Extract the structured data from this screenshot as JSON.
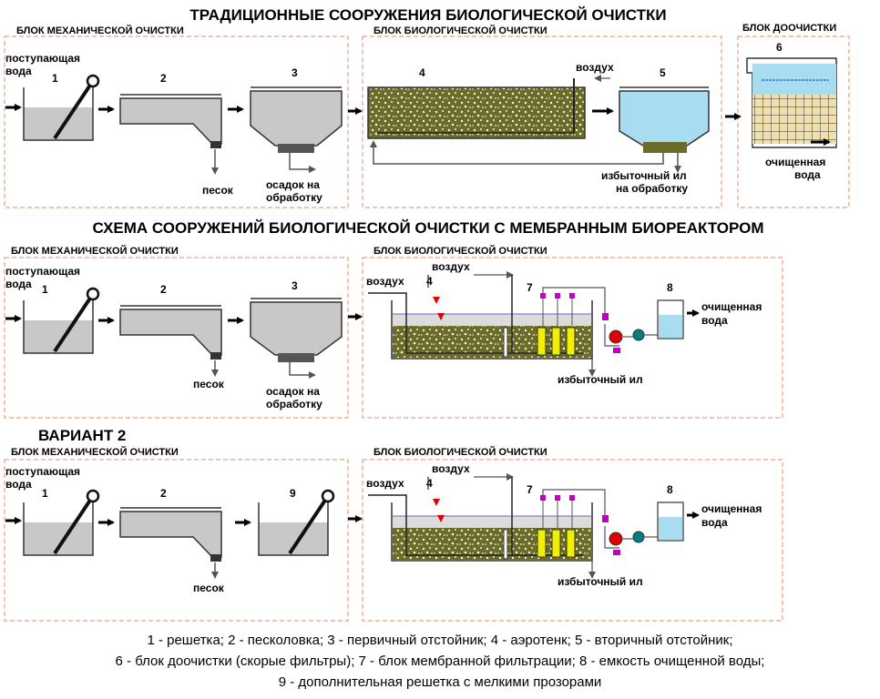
{
  "titles": {
    "traditional": "ТРАДИЦИОННЫЕ СООРУЖЕНИЯ БИОЛОГИЧЕСКОЙ ОЧИСТКИ",
    "membrane": "СХЕМА СООРУЖЕНИЙ БИОЛОГИЧЕСКОЙ ОЧИСТКИ С МЕМБРАННЫМ БИОРЕАКТОРОМ",
    "variant2": "ВАРИАНТ 2"
  },
  "blocks": {
    "mechanical": "БЛОК МЕХАНИЧЕСКОЙ ОЧИСТКИ",
    "biological": "БЛОК БИОЛОГИЧЕСКОЙ ОЧИСТКИ",
    "post_treatment": "БЛОК ДООЧИСТКИ"
  },
  "labels": {
    "inflow_1": "поступающая",
    "inflow_2": "вода",
    "sand": "песок",
    "sludge_1": "осадок на",
    "sludge_2": "обработку",
    "air": "воздух",
    "excess_1": "избыточный ил",
    "excess_2": "на обработку",
    "excess": "избыточный ил",
    "treated_1": "очищенная",
    "treated_2": "вода"
  },
  "numbers": {
    "n1": "1",
    "n2": "2",
    "n3": "3",
    "n4": "4",
    "n5": "5",
    "n6": "6",
    "n7": "7",
    "n8": "8",
    "n9": "9"
  },
  "legend": [
    "1 - решетка; 2 - песколовка; 3 - первичный отстойник; 4 - аэротенк; 5 - вторичный отстойник;",
    "6 - блок доочистки (скорые фильтры); 7 - блок мембранной фильтрации; 8 - емкость очищенной воды;",
    "9 - дополнительная решетка с мелкими прозорами"
  ],
  "colors": {
    "block_border": "#e8a080",
    "tank_fill": "#c8c8c8",
    "aeration_fill": "#6b6b2a",
    "clear_water": "#a8dcf0",
    "filter_grid": "#f0e0b0",
    "membrane": "#f0f000",
    "pump": "#008080",
    "valve": "#e00000",
    "fitting": "#c000c0"
  }
}
